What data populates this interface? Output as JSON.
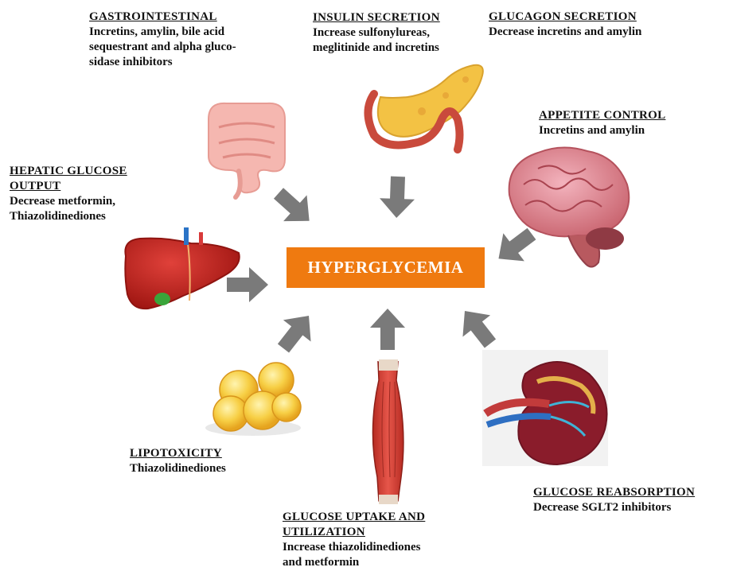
{
  "center": {
    "label": "HYPERGLYCEMIA"
  },
  "factors": {
    "gastrointestinal": {
      "heading": "GASTROINTESTINAL",
      "desc": [
        "Incretins, amylin, bile acid",
        "sequestrant and alpha gluco-",
        "sidase inhibitors"
      ]
    },
    "insulin": {
      "heading": "INSULIN SECRETION",
      "desc": [
        "Increase sulfonylureas,",
        "meglitinide and incretins"
      ]
    },
    "glucagon": {
      "heading": "GLUCAGON SECRETION",
      "desc": [
        "Decrease incretins and amylin"
      ]
    },
    "appetite": {
      "heading": "APPETITE CONTROL",
      "desc": [
        "Incretins and amylin"
      ]
    },
    "hepatic": {
      "heading": [
        "HEPATIC GLUCOSE",
        "OUTPUT"
      ],
      "desc": [
        "Decrease metformin,",
        "Thiazolidinediones"
      ]
    },
    "lipotoxicity": {
      "heading": "LIPOTOXICITY",
      "desc": [
        "Thiazolidinediones"
      ]
    },
    "uptake": {
      "heading": [
        "GLUCOSE UPTAKE AND",
        "UTILIZATION"
      ],
      "desc": [
        "Increase thiazolidinediones",
        "and metformin"
      ]
    },
    "reabsorption": {
      "heading": "GLUCOSE REABSORPTION",
      "desc": [
        "Decrease SGLT2 inhibitors"
      ]
    }
  },
  "colors": {
    "center_box": "#ef7a10",
    "arrow": "#7a7a7a",
    "text": "#111111"
  },
  "icons": [
    "intestine-icon",
    "pancreas-icon",
    "brain-icon",
    "liver-icon",
    "fat-cells-icon",
    "muscle-icon",
    "kidney-icon"
  ]
}
